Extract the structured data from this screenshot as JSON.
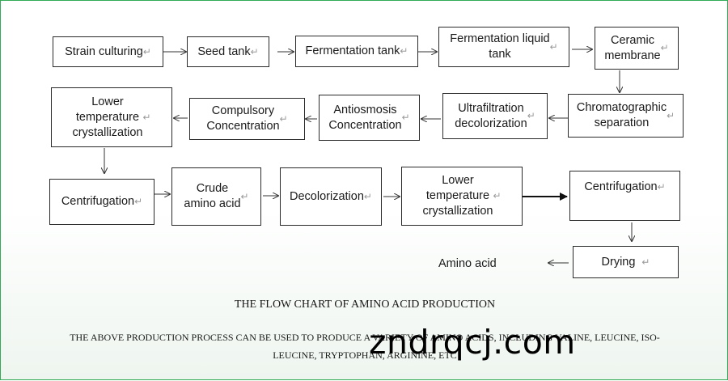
{
  "nodes": {
    "strain_culturing": "Strain culturing",
    "seed_tank": "Seed tank",
    "fermentation_tank": "Fermentation tank",
    "fermentation_liquid_tank": "Fermentation liquid\ntank",
    "ceramic_membrane": "Ceramic\nmembrane",
    "chromatographic_separation": "Chromatographic\nseparation",
    "ultrafiltration_decolorization": "Ultrafiltration\ndecolorization",
    "antiosmosis_concentration": "Antiosmosis\nConcentration",
    "compulsory_concentration": "Compulsory\nConcentration",
    "lower_temp_crystallization_1": "Lower\ntemperature\ncrystallization",
    "centrifugation_1": "Centrifugation",
    "crude_amino_acid": "Crude\namino acid",
    "decolorization": "Decolorization",
    "lower_temp_crystallization_2": "Lower\ntemperature\ncrystallization",
    "centrifugation_2": "Centrifugation",
    "drying": "Drying",
    "amino_acid": "Amino acid"
  },
  "return_mark": "↵",
  "title": "THE FLOW CHART OF AMINO ACID  PRODUCTION",
  "note_line1": "THE ABOVE PRODUCTION PROCESS CAN BE USED TO PRODUCE A VARIETY OF AMINO ACIDS, INCLUDING VALINE, LEUCINE, ISO-",
  "note_line2": "LEUCINE, TRYPTOPHAN, ARGININE, ETC",
  "watermark": "zndrqcj.com"
}
